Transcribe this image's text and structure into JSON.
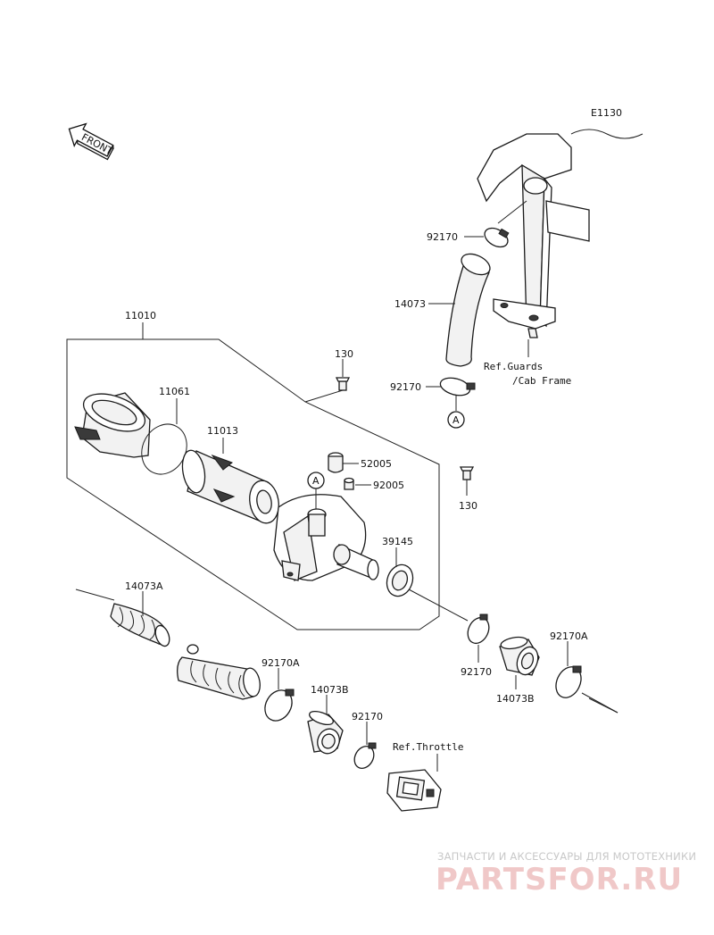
{
  "diagram_code": "E1130",
  "front_label": "FRONT",
  "parts": {
    "p11010": "11010",
    "p11061": "11061",
    "p11013": "11013",
    "p130a": "130",
    "p130b": "130",
    "p52005": "52005",
    "p92005": "92005",
    "p39145": "39145",
    "p92170_top": "92170",
    "p14073": "14073",
    "p92170_mid": "92170",
    "p14073A": "14073A",
    "p92170A_left": "92170A",
    "p14073B_left": "14073B",
    "p92170_low": "92170",
    "p92170_right": "92170",
    "p14073B_right": "14073B",
    "p92170A_right": "92170A"
  },
  "refs": {
    "guards_line1": "Ref.Guards",
    "guards_line2": "/Cab Frame",
    "throttle": "Ref.Throttle"
  },
  "markers": {
    "a_top": "A",
    "a_body": "A"
  },
  "watermark": {
    "top_line": "ЗАПЧАСТИ И АКСЕССУАРЫ ДЛЯ МОТОТЕХНИКИ",
    "brand": "PARTSFOR.RU"
  }
}
